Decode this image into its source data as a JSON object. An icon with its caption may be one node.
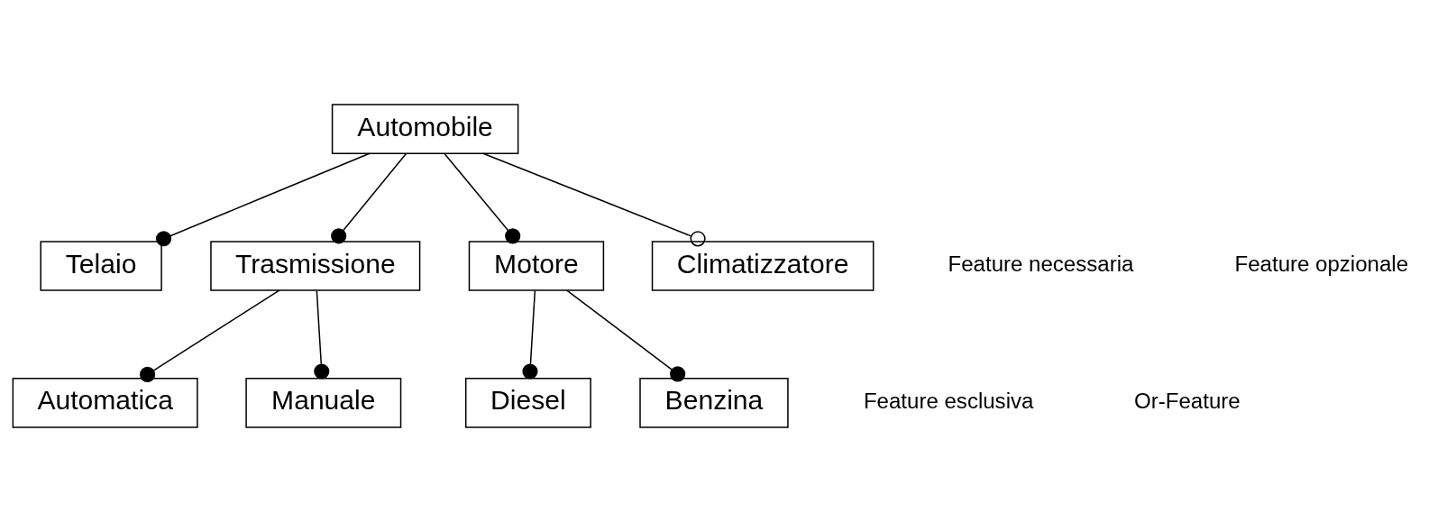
{
  "diagram": {
    "nodes": [
      {
        "text": [
          "Automobile"
        ]
      },
      {
        "text": [
          "Telaio"
        ]
      },
      {
        "text": [
          "Trasmissione"
        ]
      },
      {
        "text": [
          "Motore"
        ]
      },
      {
        "text": [
          "Climatizzatore"
        ]
      },
      {
        "text": [
          "Automatica"
        ]
      },
      {
        "text": [
          "Manuale"
        ]
      },
      {
        "text": [
          "Diesel"
        ]
      },
      {
        "text": [
          "Benzina"
        ]
      }
    ],
    "edges": [
      {
        "from": 0,
        "to": 1,
        "arrow": "other"
      },
      {
        "from": 0,
        "to": 2,
        "arrow": "other"
      },
      {
        "from": 0,
        "to": 3,
        "arrow": "other"
      },
      {
        "from": 0,
        "to": 4,
        "arrow": "other"
      },
      {
        "from": 2,
        "to": 5,
        "arrow": "other"
      },
      {
        "from": 2,
        "to": 6,
        "arrow": "other"
      },
      {
        "from": 3,
        "to": 7,
        "arrow": "other"
      },
      {
        "from": 3,
        "to": 8,
        "arrow": "other"
      }
    ],
    "labels": [
      "Feature necessaria",
      "Feature opzionale",
      "Feature esclusiva",
      "Or-Feature"
    ]
  }
}
